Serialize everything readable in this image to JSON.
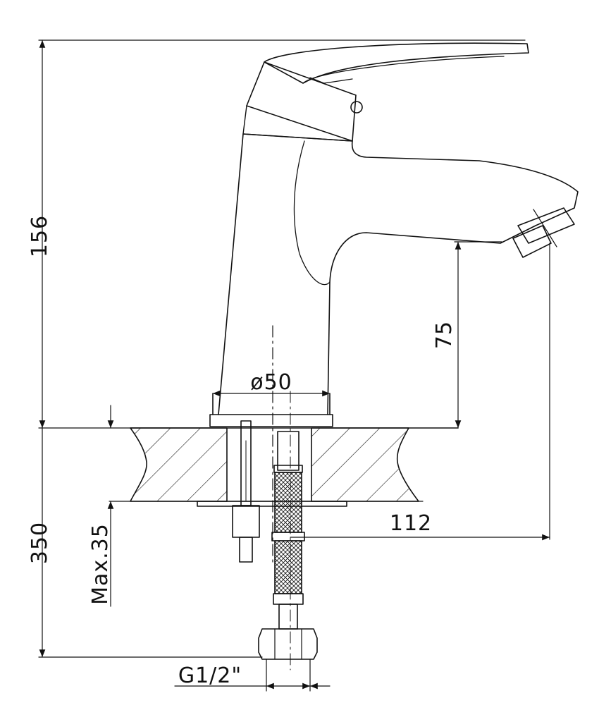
{
  "drawing": {
    "dimensions": {
      "total_height": "156",
      "spout_clearance": "75",
      "base_diameter": "ø50",
      "hose_length": "350",
      "max_countertop_thickness": "Max.35",
      "spout_reach": "112",
      "connection_thread": "G1/2\""
    },
    "colors": {
      "line": "#111111",
      "background": "#ffffff"
    }
  }
}
